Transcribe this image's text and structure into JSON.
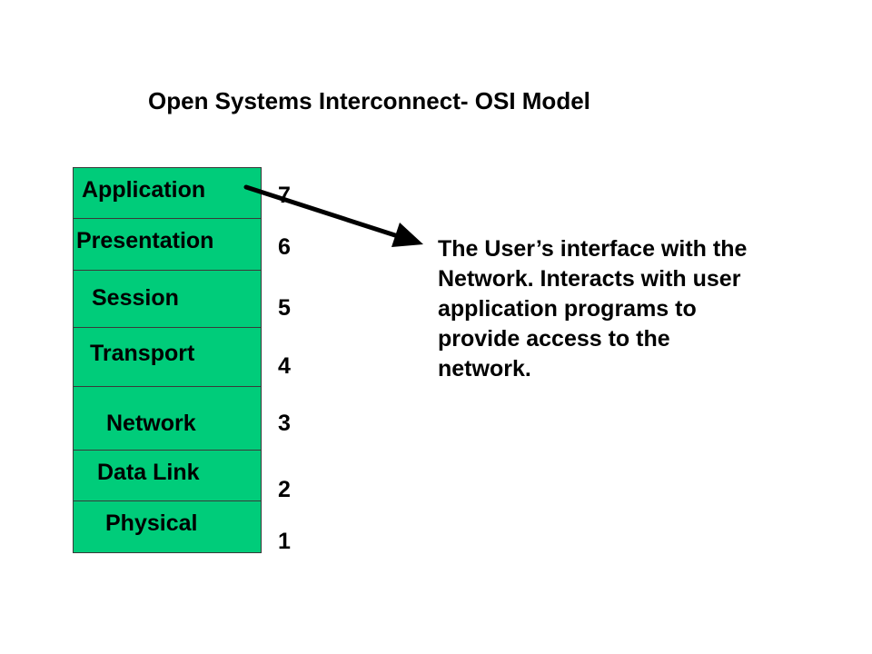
{
  "title": "Open Systems Interconnect- OSI Model",
  "layers": [
    {
      "name": "Application",
      "number": "7"
    },
    {
      "name": "Presentation",
      "number": "6"
    },
    {
      "name": "Session",
      "number": "5"
    },
    {
      "name": "Transport",
      "number": "4"
    },
    {
      "name": "Network",
      "number": "3"
    },
    {
      "name": "Data Link",
      "number": "2"
    },
    {
      "name": "Physical",
      "number": "1"
    }
  ],
  "description": "The User’s interface with the\nNetwork.  Interacts with user\napplication programs to\nprovide access to the\nnetwork.",
  "colors": {
    "layer_fill": "#00cc7a",
    "layer_border": "#3a3a3a",
    "text": "#000000",
    "arrow": "#000000"
  }
}
